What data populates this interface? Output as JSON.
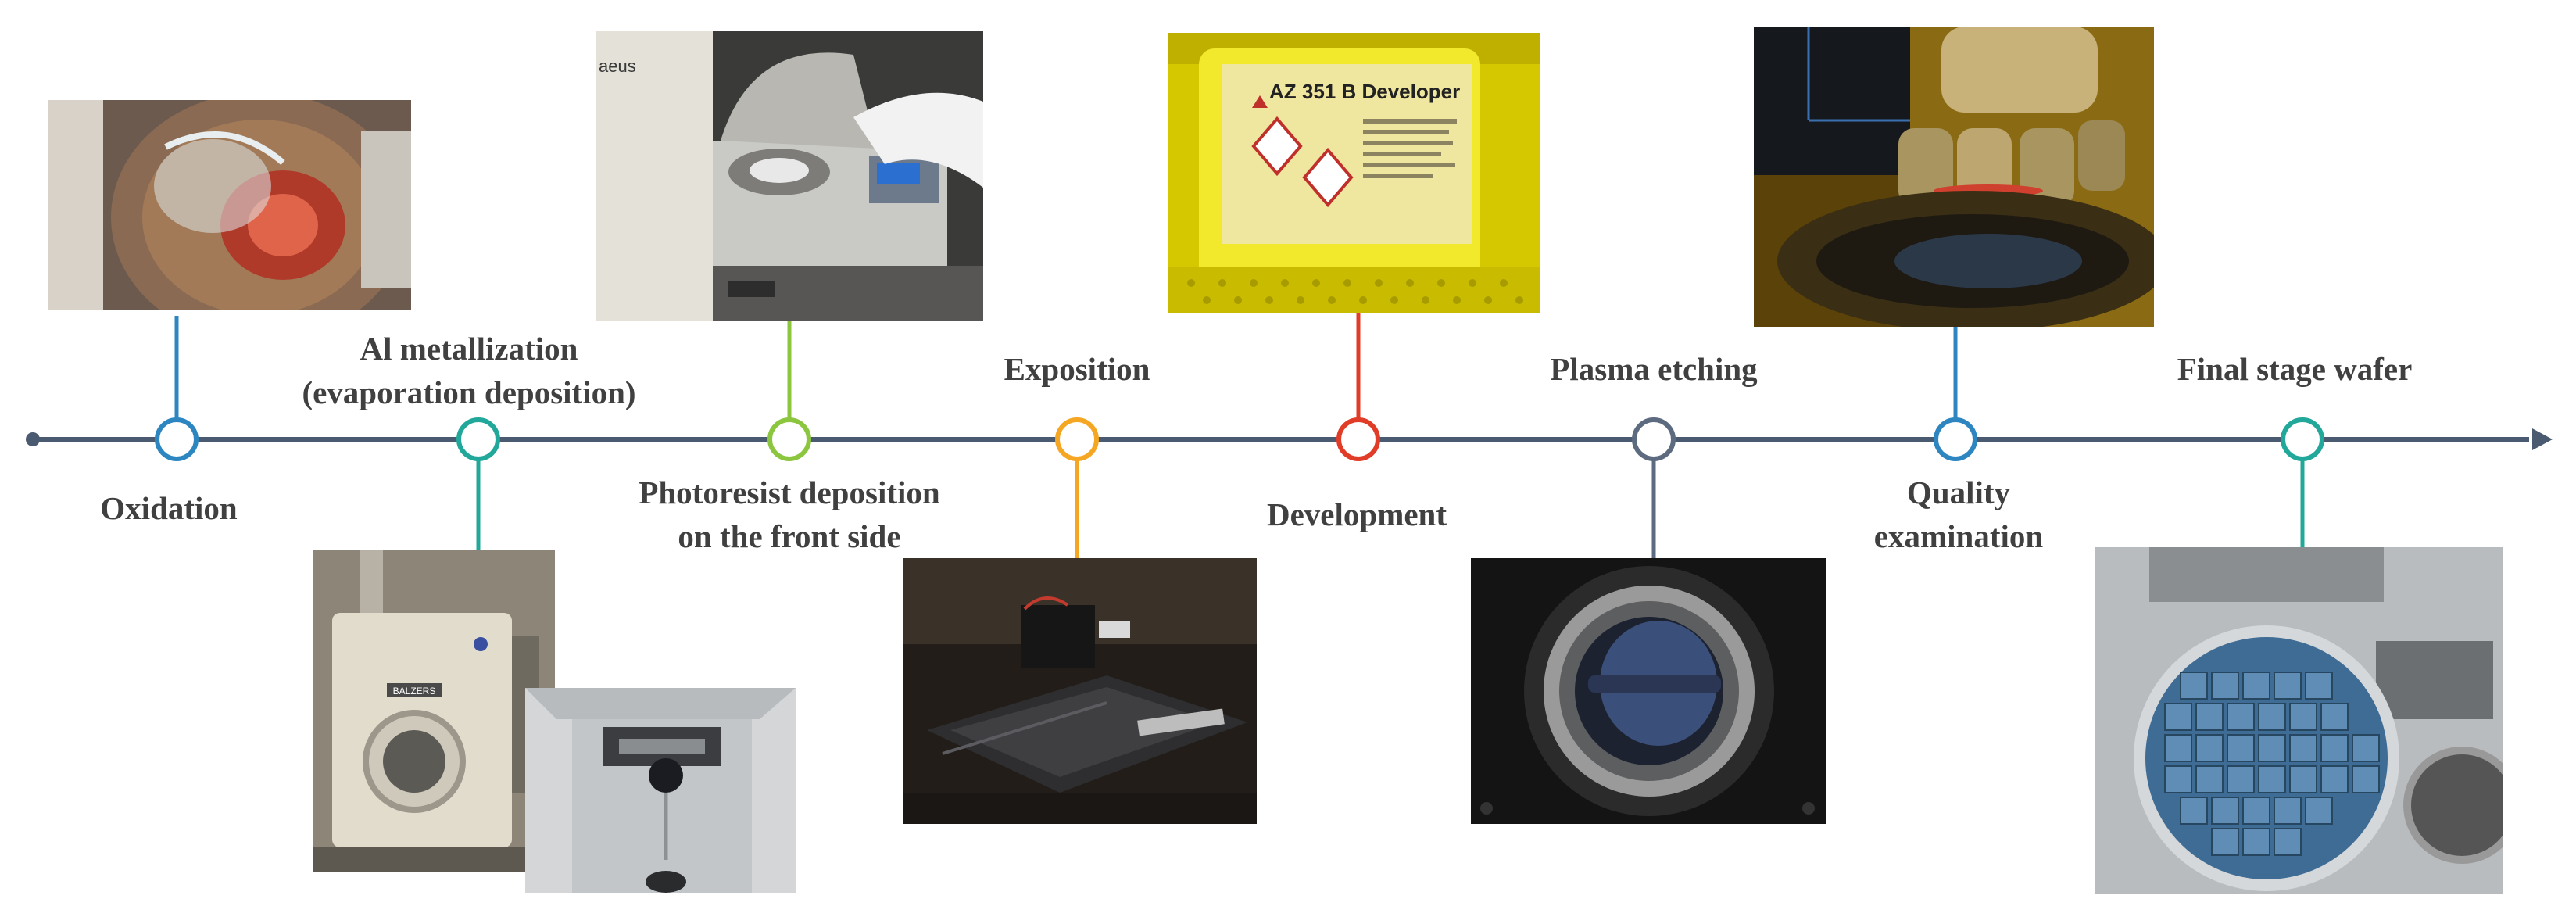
{
  "colors": {
    "axis": "#4a5a70",
    "teal": "#21a89a",
    "blue": "#2e86c1",
    "green": "#8cc63e",
    "orange": "#f5a623",
    "red": "#e03c28",
    "slate": "#5c6b7f"
  },
  "steps": [
    {
      "label": "Oxidation",
      "color": "blue",
      "photo": "furnace-boat-photo"
    },
    {
      "label": "Al metallization\n(evaporation deposition)",
      "color": "teal",
      "photo": "evaporator-chamber-photo"
    },
    {
      "label": "Photoresist deposition\non the front side",
      "color": "green",
      "photo": "spin-coater-photo"
    },
    {
      "label": "Exposition",
      "color": "orange",
      "photo": "laser-writer-stage-photo"
    },
    {
      "label": "Development",
      "color": "red",
      "photo": "developer-bottle-photo"
    },
    {
      "label": "Plasma etching",
      "color": "slate",
      "photo": "plasma-chamber-window-photo"
    },
    {
      "label": "Quality\nexamination",
      "color": "blue",
      "photo": "microscope-photo"
    },
    {
      "label": "Final stage wafer",
      "color": "teal",
      "photo": "patterned-wafer-photo"
    }
  ],
  "photo_text": {
    "developer_bottle": "AZ 351 B Developer",
    "evaporator_brand": "BALZERS",
    "coater_brand": "aeus"
  }
}
